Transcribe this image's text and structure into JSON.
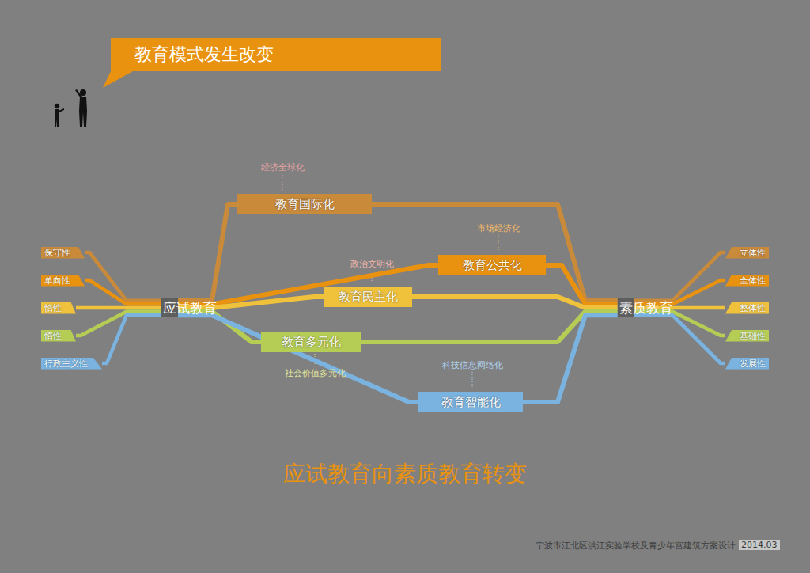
{
  "diagram": {
    "title": "教育模式发生改变",
    "caption": "应试教育向素质教育转变",
    "nodes": [
      {
        "text": [
          "保守性"
        ]
      },
      {
        "text": [
          "单向性"
        ]
      },
      {
        "text": [
          "惰性"
        ]
      },
      {
        "text": [
          "惰性"
        ]
      },
      {
        "text": [
          "行政主义性"
        ]
      },
      {
        "text": [
          "应试教育"
        ]
      },
      {
        "text": [
          "教育国际化"
        ]
      },
      {
        "text": [
          "教育公共化"
        ]
      },
      {
        "text": [
          "教育民主化"
        ]
      },
      {
        "text": [
          "教育多元化"
        ]
      },
      {
        "text": [
          "教育智能化"
        ]
      },
      {
        "text": [
          "素质教育"
        ]
      },
      {
        "text": [
          "立体性"
        ]
      },
      {
        "text": [
          "全体性"
        ]
      },
      {
        "text": [
          "整体性"
        ]
      },
      {
        "text": [
          "基础性"
        ]
      },
      {
        "text": [
          "发展性"
        ]
      }
    ],
    "edges": [
      {
        "from": 0,
        "to": 5,
        "arrow": "none"
      },
      {
        "from": 1,
        "to": 5,
        "arrow": "none"
      },
      {
        "from": 2,
        "to": 5,
        "arrow": "none"
      },
      {
        "from": 3,
        "to": 5,
        "arrow": "none"
      },
      {
        "from": 4,
        "to": 5,
        "arrow": "none"
      },
      {
        "from": 5,
        "to": 6,
        "arrow": "none"
      },
      {
        "from": 5,
        "to": 7,
        "arrow": "none"
      },
      {
        "from": 5,
        "to": 8,
        "arrow": "none"
      },
      {
        "from": 5,
        "to": 9,
        "arrow": "none"
      },
      {
        "from": 5,
        "to": 10,
        "arrow": "none"
      },
      {
        "from": 6,
        "to": 11,
        "arrow": "none"
      },
      {
        "from": 7,
        "to": 11,
        "arrow": "none"
      },
      {
        "from": 8,
        "to": 11,
        "arrow": "none"
      },
      {
        "from": 9,
        "to": 11,
        "arrow": "none"
      },
      {
        "from": 10,
        "to": 11,
        "arrow": "none"
      },
      {
        "from": 11,
        "to": 12,
        "arrow": "none"
      },
      {
        "from": 11,
        "to": 13,
        "arrow": "none"
      },
      {
        "from": 11,
        "to": 14,
        "arrow": "none"
      },
      {
        "from": 11,
        "to": 15,
        "arrow": "none"
      },
      {
        "from": 11,
        "to": 16,
        "arrow": "none"
      }
    ],
    "labels": [
      "经济全球化",
      "市场经济化",
      "政治文明化",
      "社会价值多元化",
      "科技信息网络化",
      "宁波市江北区洪江实验学校及青少年宫建筑方案设计",
      "2014.03"
    ]
  }
}
